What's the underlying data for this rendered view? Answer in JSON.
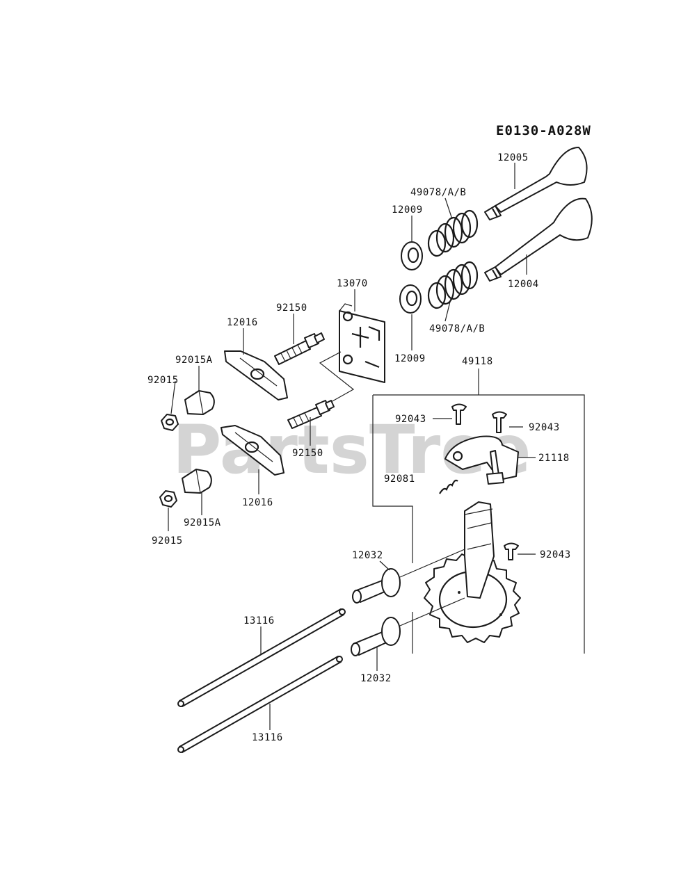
{
  "diagram_code": "E0130-A028W",
  "watermark": "PartsTree",
  "part_labels": {
    "p12005": "12005",
    "p49078_top": "49078/A/B",
    "p12009_top": "12009",
    "p12004": "12004",
    "p13070": "13070",
    "p92150_top": "92150",
    "p12016_top": "12016",
    "p49078_bottom": "49078/A/B",
    "p12009_bottom": "12009",
    "p49118": "49118",
    "p92015A_top": "92015A",
    "p92015_top": "92015",
    "p92043_left": "92043",
    "p92043_right": "92043",
    "p21118": "21118",
    "p92150_bottom": "92150",
    "p92081": "92081",
    "p12016_bottom": "12016",
    "p92015A_bottom": "92015A",
    "p92015_bottom": "92015",
    "p12032_top": "12032",
    "p92043_gear": "92043",
    "p13116_top": "13116",
    "p12032_bottom": "12032",
    "p13116_bottom": "13116"
  }
}
